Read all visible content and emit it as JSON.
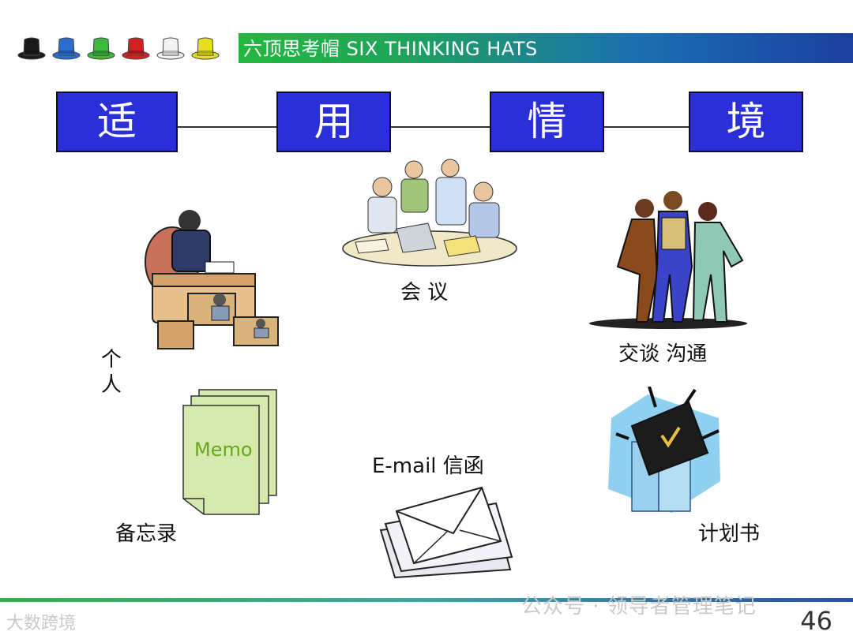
{
  "header": {
    "title": "六顶思考帽 SIX THINKING HATS"
  },
  "hats": [
    {
      "name": "black",
      "color": "#1a1a1a"
    },
    {
      "name": "blue",
      "color": "#2a6fd0"
    },
    {
      "name": "green",
      "color": "#3cb83c"
    },
    {
      "name": "red",
      "color": "#d42020"
    },
    {
      "name": "white",
      "color": "#f2f2f2"
    },
    {
      "name": "yellow",
      "color": "#e6e01a"
    }
  ],
  "title_boxes": [
    "适",
    "用",
    "情",
    "境"
  ],
  "colors": {
    "title_box": "#2a2fd8",
    "memo_text": "#6aa51a",
    "memo_paper": "#d6eab0"
  },
  "scenarios": {
    "individual": "个人",
    "meeting": "会 议",
    "conversation": "交谈  沟通",
    "memo_caption": "备忘录",
    "memo_text": "Memo",
    "email": "E-mail  信函",
    "plan": "计划书"
  },
  "footer": {
    "page_number": "46",
    "watermark_left": "大数跨境",
    "watermark_right": "公众号 · 领导者管理笔记"
  }
}
